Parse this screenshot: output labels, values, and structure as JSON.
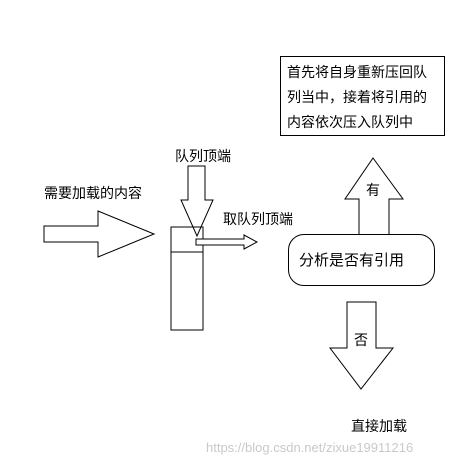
{
  "note": {
    "lines": [
      "首先将自身重新压回队",
      "列当中，接着将引用的",
      "内容依次压入队列中"
    ]
  },
  "labels": {
    "content_to_load": "需要加载的内容",
    "queue_top": "队列顶端",
    "take_queue_top": "取队列顶端",
    "decision": "分析是否有引用",
    "yes": "有",
    "no": "否",
    "load_directly": "直接加载"
  },
  "watermark": "https://blog.csdn.net/zixue19911216",
  "colors": {
    "stroke": "#000000",
    "fill": "#ffffff",
    "watermark": "#c9c9c9"
  }
}
